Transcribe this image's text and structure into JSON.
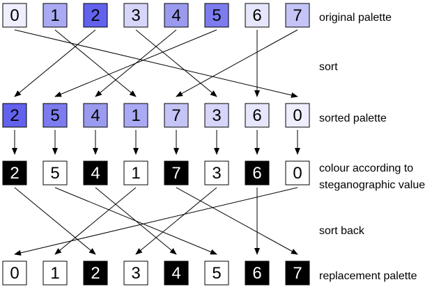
{
  "rows": [
    {
      "label": "original palette",
      "cells": [
        {
          "n": "0",
          "fill": "#eeeeff",
          "text": "#000000"
        },
        {
          "n": "1",
          "fill": "#aaaaf4",
          "text": "#000000"
        },
        {
          "n": "2",
          "fill": "#6262ee",
          "text": "#000000"
        },
        {
          "n": "3",
          "fill": "#d6d6fb",
          "text": "#000000"
        },
        {
          "n": "4",
          "fill": "#9a9aef",
          "text": "#000000"
        },
        {
          "n": "5",
          "fill": "#7c7cef",
          "text": "#000000"
        },
        {
          "n": "6",
          "fill": "#e6e6fc",
          "text": "#000000"
        },
        {
          "n": "7",
          "fill": "#c4c4f7",
          "text": "#000000"
        }
      ]
    },
    {
      "label": "sorted palette",
      "cells": [
        {
          "n": "2",
          "fill": "#6262ee",
          "text": "#000000"
        },
        {
          "n": "5",
          "fill": "#7c7cef",
          "text": "#000000"
        },
        {
          "n": "4",
          "fill": "#9a9aef",
          "text": "#000000"
        },
        {
          "n": "1",
          "fill": "#aaaaf4",
          "text": "#000000"
        },
        {
          "n": "7",
          "fill": "#c4c4f7",
          "text": "#000000"
        },
        {
          "n": "3",
          "fill": "#d6d6fb",
          "text": "#000000"
        },
        {
          "n": "6",
          "fill": "#e6e6fc",
          "text": "#000000"
        },
        {
          "n": "0",
          "fill": "#eeeeff",
          "text": "#000000"
        }
      ]
    },
    {
      "label_lines": [
        "colour according to",
        "steganographic value"
      ],
      "cells": [
        {
          "n": "2",
          "fill": "#000000",
          "text": "#ffffff"
        },
        {
          "n": "5",
          "fill": "#ffffff",
          "text": "#000000"
        },
        {
          "n": "4",
          "fill": "#000000",
          "text": "#ffffff"
        },
        {
          "n": "1",
          "fill": "#ffffff",
          "text": "#000000"
        },
        {
          "n": "7",
          "fill": "#000000",
          "text": "#ffffff"
        },
        {
          "n": "3",
          "fill": "#ffffff",
          "text": "#000000"
        },
        {
          "n": "6",
          "fill": "#000000",
          "text": "#ffffff"
        },
        {
          "n": "0",
          "fill": "#ffffff",
          "text": "#000000"
        }
      ]
    },
    {
      "label": "replacement palette",
      "cells": [
        {
          "n": "0",
          "fill": "#ffffff",
          "text": "#000000"
        },
        {
          "n": "1",
          "fill": "#ffffff",
          "text": "#000000"
        },
        {
          "n": "2",
          "fill": "#000000",
          "text": "#ffffff"
        },
        {
          "n": "3",
          "fill": "#ffffff",
          "text": "#000000"
        },
        {
          "n": "4",
          "fill": "#000000",
          "text": "#ffffff"
        },
        {
          "n": "5",
          "fill": "#ffffff",
          "text": "#000000"
        },
        {
          "n": "6",
          "fill": "#000000",
          "text": "#ffffff"
        },
        {
          "n": "7",
          "fill": "#000000",
          "text": "#ffffff"
        }
      ]
    }
  ],
  "step_labels": {
    "sort": "sort",
    "sort_back": "sort back"
  },
  "sort_mapping": [
    [
      0,
      7
    ],
    [
      1,
      3
    ],
    [
      2,
      0
    ],
    [
      3,
      5
    ],
    [
      4,
      2
    ],
    [
      5,
      1
    ],
    [
      6,
      6
    ],
    [
      7,
      4
    ]
  ],
  "colour_mapping": [
    [
      0,
      0
    ],
    [
      1,
      1
    ],
    [
      2,
      2
    ],
    [
      3,
      3
    ],
    [
      4,
      4
    ],
    [
      5,
      5
    ],
    [
      6,
      6
    ],
    [
      7,
      7
    ]
  ],
  "sortback_mapping": [
    [
      0,
      2
    ],
    [
      1,
      5
    ],
    [
      2,
      4
    ],
    [
      3,
      1
    ],
    [
      4,
      7
    ],
    [
      5,
      3
    ],
    [
      6,
      6
    ],
    [
      7,
      0
    ]
  ]
}
